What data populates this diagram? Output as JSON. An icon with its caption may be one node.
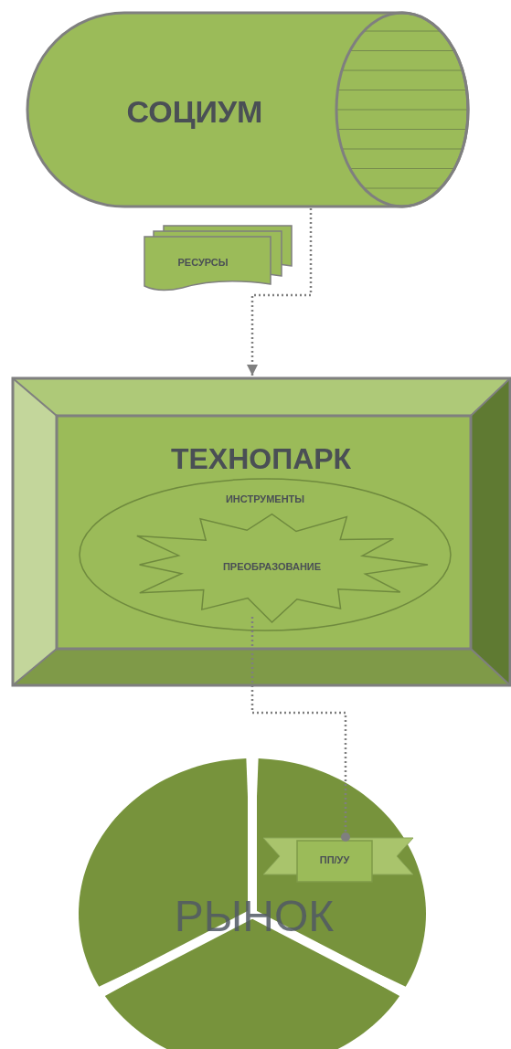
{
  "diagram": {
    "nodes": [
      {
        "text": [
          "СОЦИУМ"
        ]
      },
      {
        "text": [
          "РЕСУРСЫ"
        ]
      },
      {
        "text": [
          "ТЕХНОПАРК"
        ]
      },
      {
        "text": [
          "ИНСТРУМЕНТЫ"
        ],
        "in": 2
      },
      {
        "text": [
          "ПРЕОБРАЗОВАНИЕ"
        ],
        "in": 3
      },
      {
        "text": [
          "РЫНОК"
        ]
      },
      {
        "text": [
          "ПП/УУ"
        ],
        "in": 5
      }
    ],
    "edges": [
      {
        "from": 0,
        "to": 2,
        "arrow": "to",
        "style": "dashed"
      },
      {
        "from": 4,
        "to": 6,
        "arrow": "other",
        "style": "dashed"
      }
    ]
  }
}
